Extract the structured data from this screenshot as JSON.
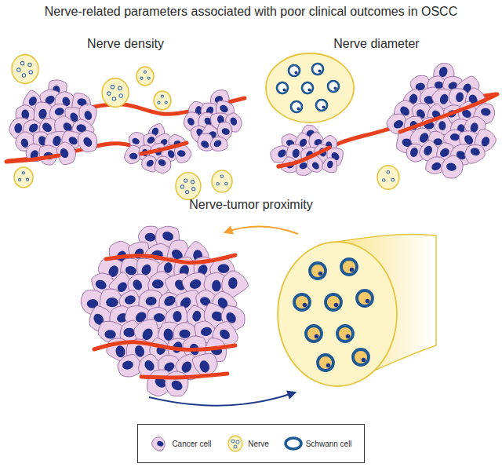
{
  "diagram": {
    "title": "Nerve-related parameters associated with poor clinical outcomes in OSCC",
    "labels": [
      "Nerve density",
      "Nerve diameter",
      "Nerve-tumor proximity"
    ],
    "legend": [
      {
        "text": "Cancer cell"
      },
      {
        "text": "Nerve"
      },
      {
        "text": "Schwann cell"
      }
    ]
  }
}
